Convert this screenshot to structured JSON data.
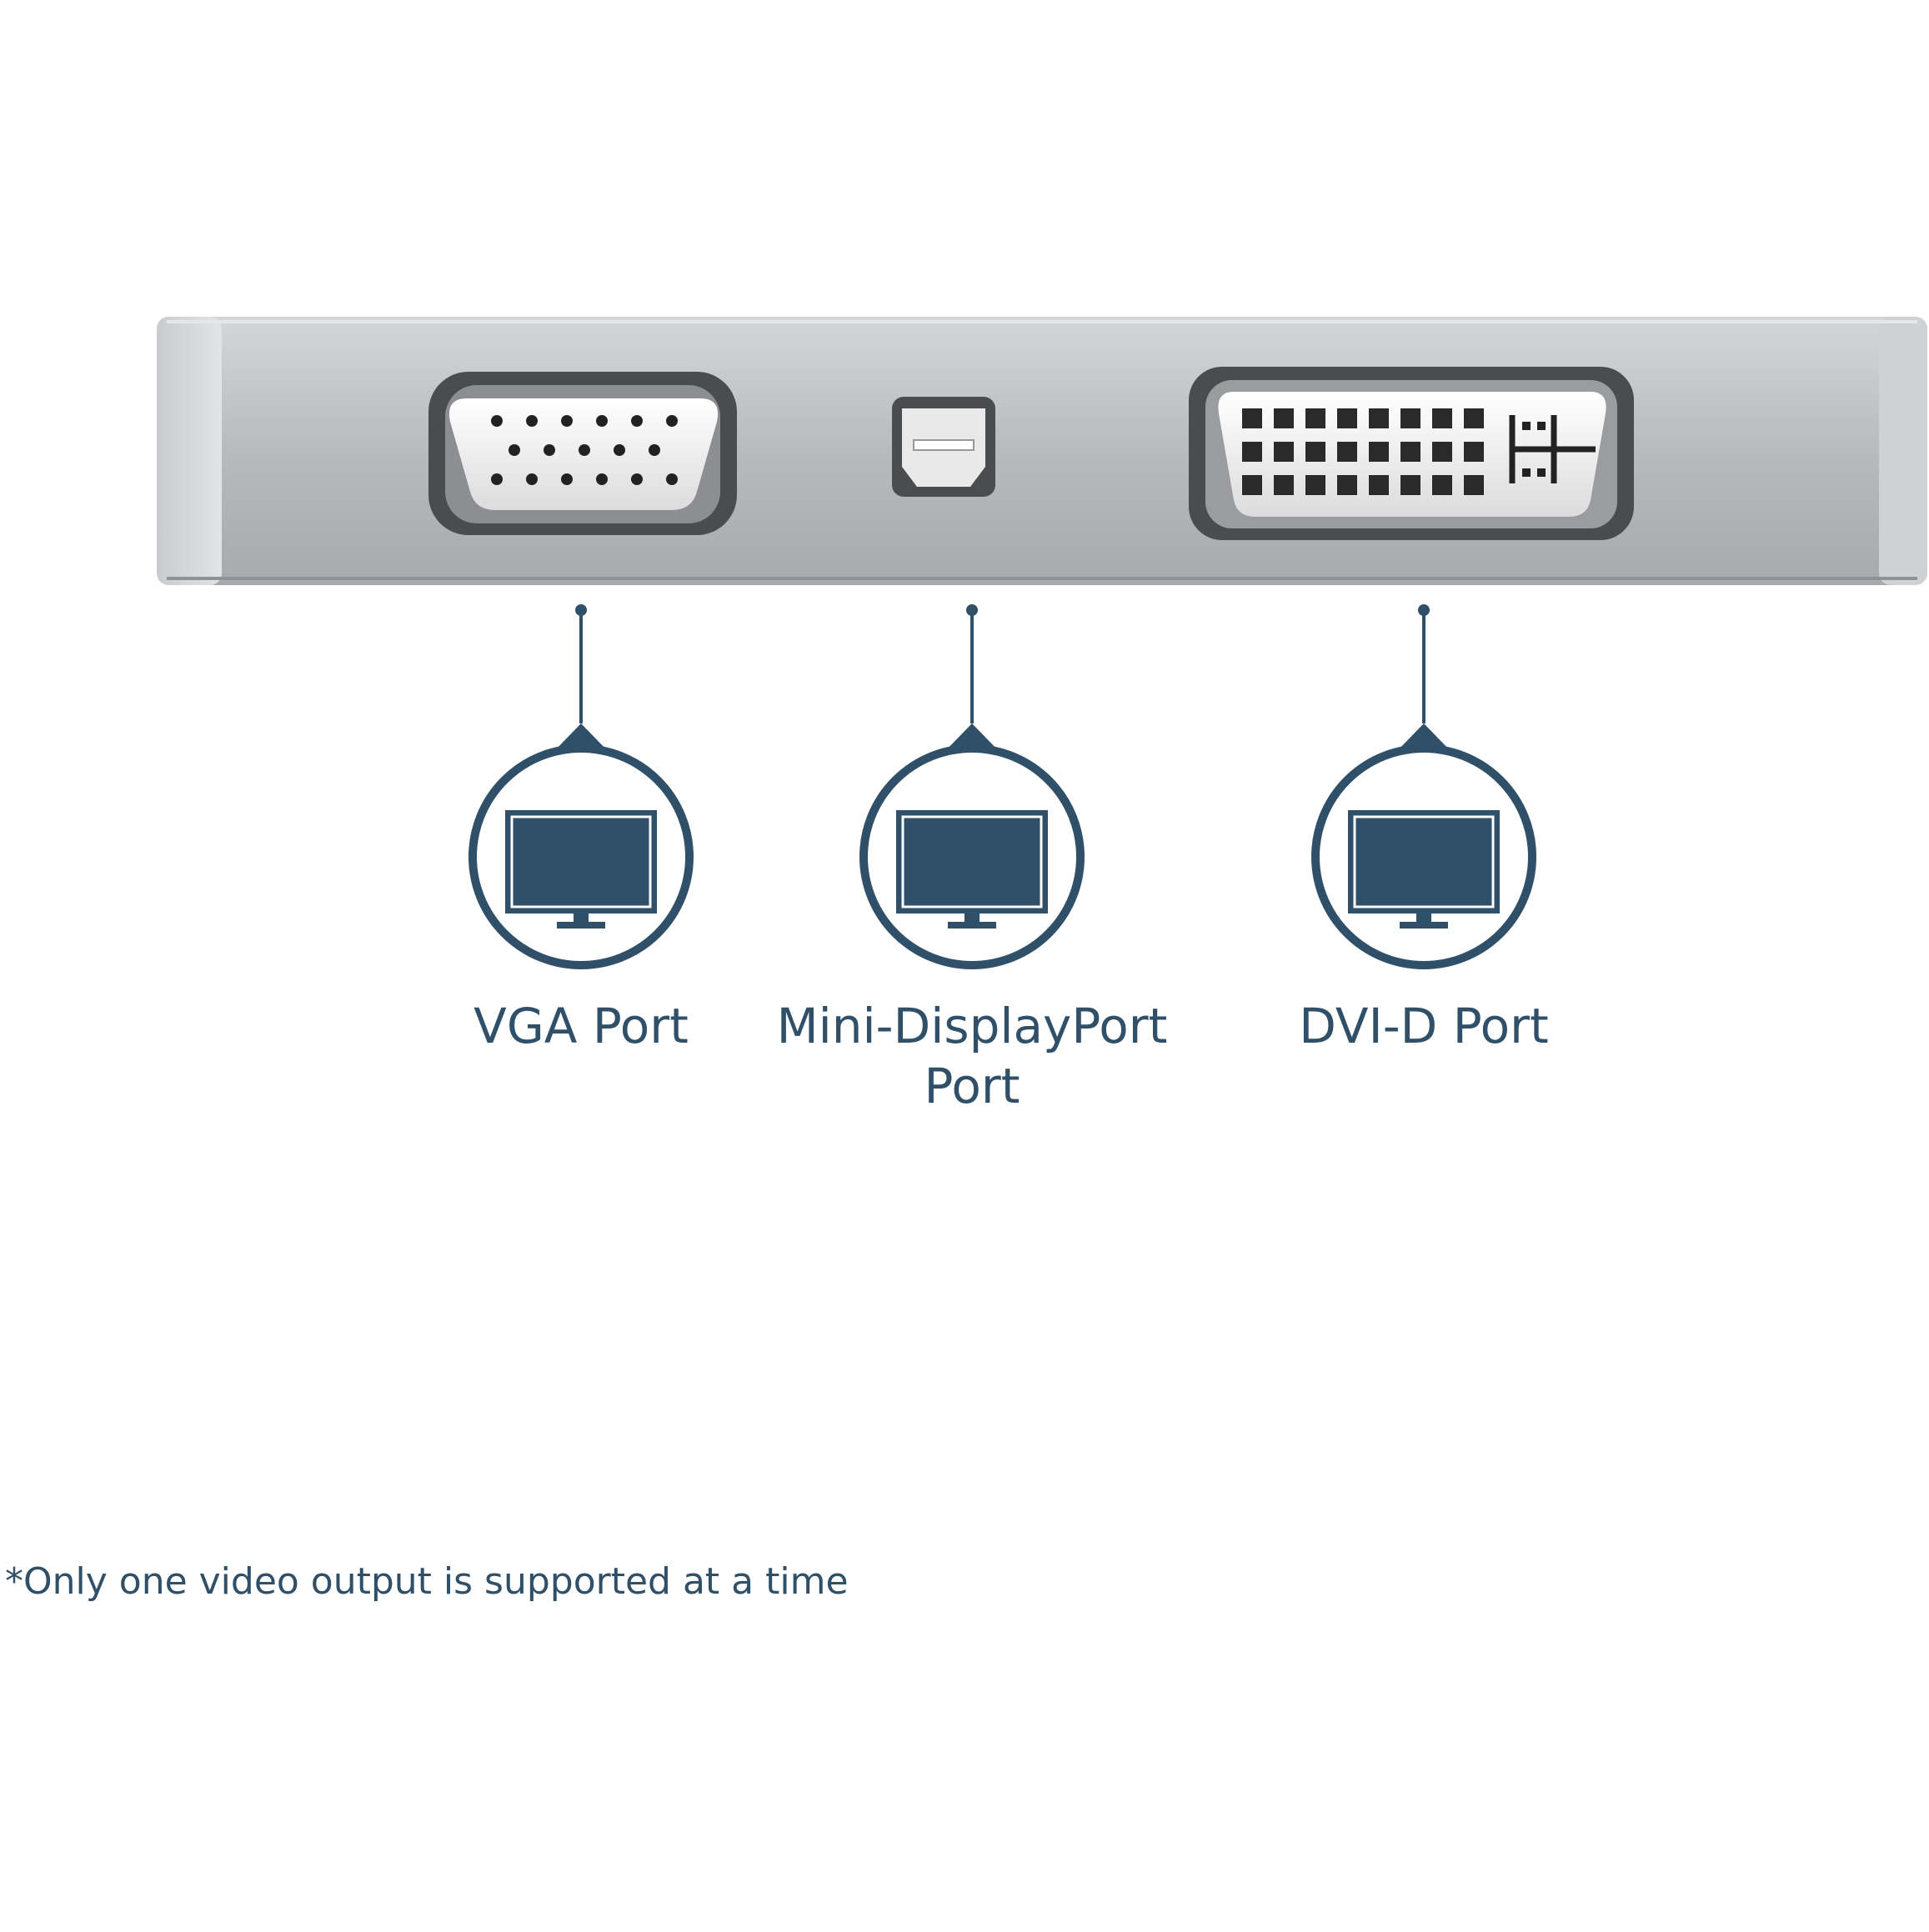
{
  "ports": [
    {
      "id": "vga",
      "label": "VGA Port",
      "icon": "monitor-icon"
    },
    {
      "id": "mini-dp",
      "label_line1": "Mini-DisplayPort",
      "label_line2": "Port",
      "icon": "monitor-icon"
    },
    {
      "id": "dvi-d",
      "label": "DVI-D Port",
      "icon": "monitor-icon"
    }
  ],
  "footnote": "*Only one video output is supported at a time",
  "colors": {
    "accent": "#2f5068",
    "chassis": "#b9bbbd",
    "connector": "#f2f2f2"
  }
}
